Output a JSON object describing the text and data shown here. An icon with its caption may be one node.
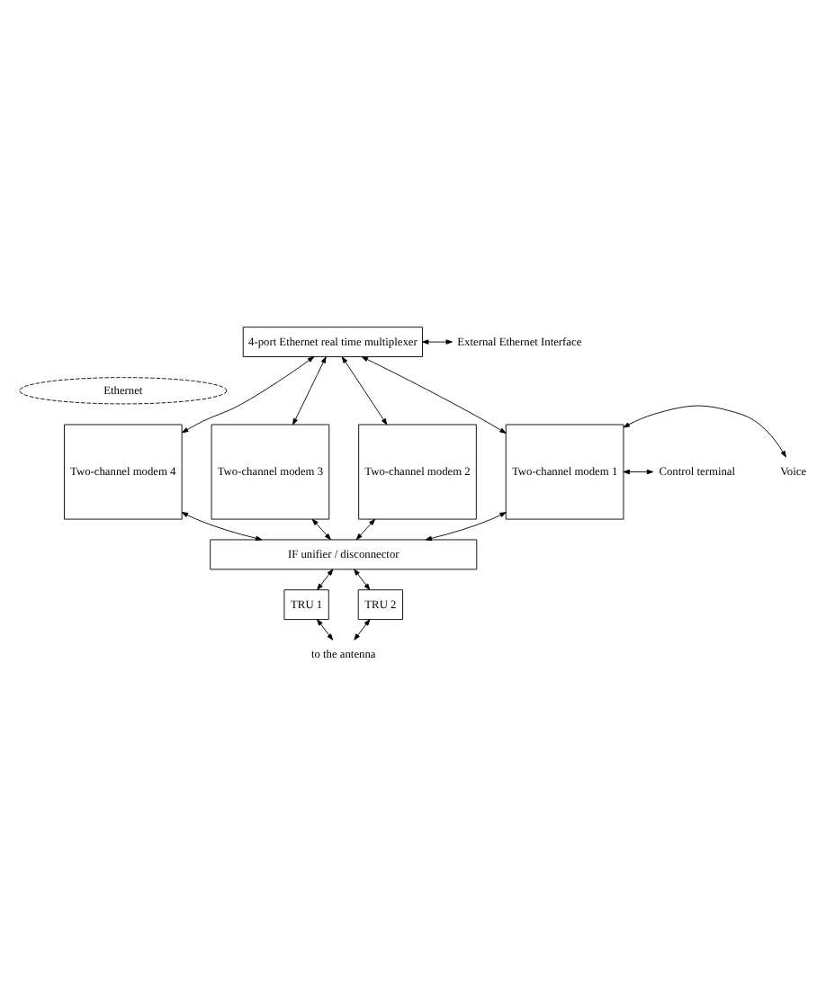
{
  "diagram": {
    "nodes": [
      {
        "text": [
          "4-port Ethernet real time multiplexer"
        ]
      },
      {
        "text": [
          "External Ethernet Interface"
        ]
      },
      {
        "text": [
          "Ethernet"
        ]
      },
      {
        "text": [
          "Two-channel modem 4"
        ]
      },
      {
        "text": [
          "Two-channel modem 3"
        ]
      },
      {
        "text": [
          "Two-channel modem 2"
        ]
      },
      {
        "text": [
          "Two-channel modem 1"
        ]
      },
      {
        "text": [
          "Voice"
        ]
      },
      {
        "text": [
          "Control terminal"
        ]
      },
      {
        "text": [
          "IF unifier / disconnector"
        ]
      },
      {
        "text": [
          "TRU 1"
        ]
      },
      {
        "text": [
          "TRU 2"
        ]
      },
      {
        "text": [
          "to the antenna"
        ]
      }
    ],
    "edges": [
      {
        "from": 0,
        "to": 1,
        "arrow": "both"
      },
      {
        "from": 0,
        "to": 3,
        "arrow": "both"
      },
      {
        "from": 0,
        "to": 4,
        "arrow": "both"
      },
      {
        "from": 0,
        "to": 5,
        "arrow": "both"
      },
      {
        "from": 0,
        "to": 6,
        "arrow": "both"
      },
      {
        "from": 6,
        "to": 7,
        "arrow": "both"
      },
      {
        "from": 6,
        "to": 8,
        "arrow": "both"
      },
      {
        "from": 3,
        "to": 9,
        "arrow": "both"
      },
      {
        "from": 4,
        "to": 9,
        "arrow": "both"
      },
      {
        "from": 5,
        "to": 9,
        "arrow": "both"
      },
      {
        "from": 6,
        "to": 9,
        "arrow": "both"
      },
      {
        "from": 9,
        "to": 10,
        "arrow": "both"
      },
      {
        "from": 9,
        "to": 11,
        "arrow": "both"
      },
      {
        "from": 10,
        "to": 12,
        "arrow": "both"
      },
      {
        "from": 11,
        "to": 12,
        "arrow": "both"
      }
    ]
  }
}
